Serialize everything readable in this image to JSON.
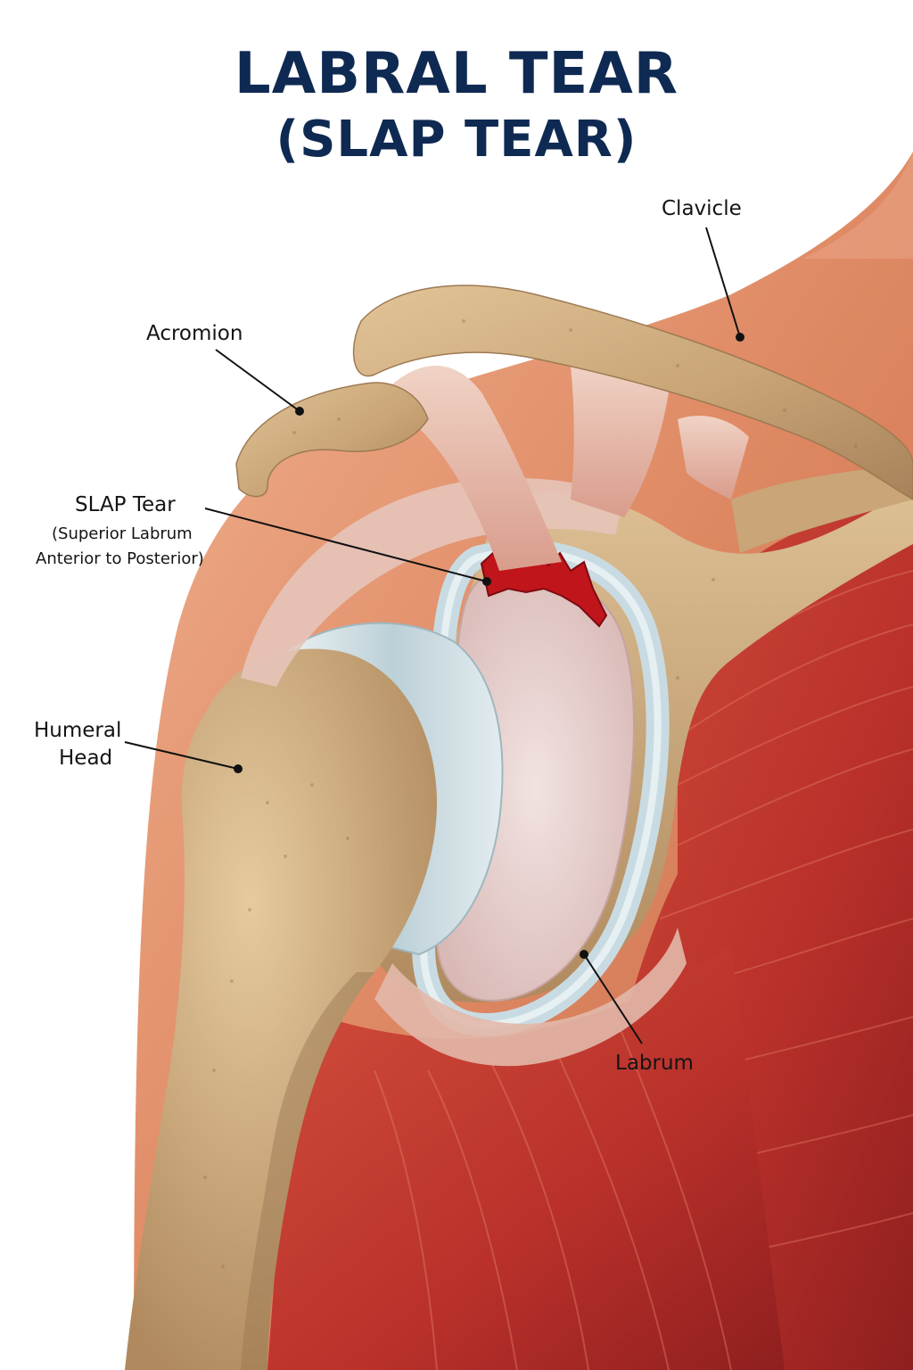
{
  "title": {
    "line1": "LABRAL TEAR",
    "line2": "(SLAP TEAR)"
  },
  "labels": {
    "clavicle": "Clavicle",
    "acromion": "Acromion",
    "slap_tear": "SLAP Tear",
    "slap_sub_1": "(Superior Labrum",
    "slap_sub_2": "Anterior to Posterior)",
    "humeral_line1": "Humeral",
    "humeral_line2": "Head",
    "labrum": "Labrum"
  },
  "colors": {
    "title": "#0f2a52",
    "bone": "#c9a77a",
    "muscle": "#c23a2c",
    "skin": "#e08c6a",
    "cartilage": "#c8dae0",
    "tear": "#c0151b",
    "tendon": "#e8c1b3"
  }
}
